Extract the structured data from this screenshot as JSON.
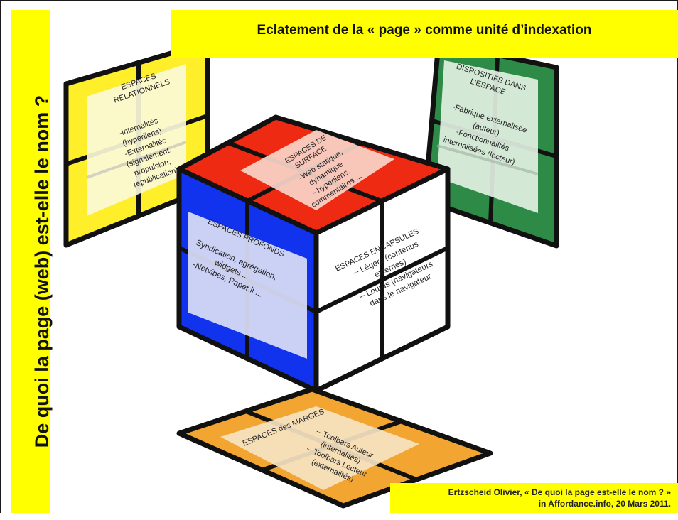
{
  "side_title": "De quoi la page (web) est-elle le nom ?",
  "banner_title": "Eclatement de la « page » comme unité d’indexation",
  "citation": {
    "line1": "Ertzscheid Olivier, « De quoi la page est-elle le nom ? »",
    "line2": "in Affordance.info, 20 Mars 2011."
  },
  "colors": {
    "yellow": "#ffff00",
    "red": "#ee2b12",
    "blue": "#1133ee",
    "green": "#2e8b47",
    "orange": "#f3a532",
    "panel_yellow": "#ffef2a"
  },
  "panels": {
    "relationnels": {
      "title": [
        "ESPACES",
        "RELATIONNELS"
      ],
      "body": [
        "-Internalités",
        "(hyperliens)",
        "-Externalités",
        "(signalement,",
        "propulsion,",
        "republication)"
      ]
    },
    "dispositifs": {
      "title": [
        "DISPOSITIFS DANS",
        "L’ESPACE"
      ],
      "body": [
        "-Fabrique externalisée",
        "(auteur)",
        "-Fonctionnalités",
        "internalisées (lecteur)"
      ]
    },
    "surface": {
      "title": [
        "ESPACES DE",
        "SURFACE"
      ],
      "body": [
        "-Web statique,",
        "dynamique",
        "- hyperliens,",
        "commentaires ..."
      ]
    },
    "profonds": {
      "title": [
        "ESPACES PROFONDS"
      ],
      "body": [
        "Syndication, agrégation,",
        "widgets ...",
        "-Netvibes, Paper.li ..."
      ]
    },
    "encapsules": {
      "title": [
        "ESPACES ENCAPSULES"
      ],
      "body": [
        "-- Légers (contenus",
        "externes)",
        "-- Lourds (navigateurs",
        "dans le navigateur"
      ]
    },
    "marges": {
      "title": [
        "ESPACES des MARGES"
      ],
      "body": [
        "-- Toolbars Auteur",
        "(internalités)",
        "-- Toolbars Lecteur",
        "(externalités)"
      ]
    }
  }
}
